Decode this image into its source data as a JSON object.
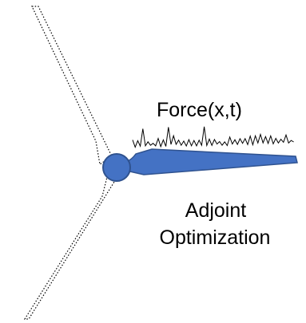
{
  "labels": {
    "force": "Force(x,t)",
    "adjoint_line1": "Adjoint",
    "adjoint_line2": "Optimization"
  },
  "colors": {
    "blade_fill": "#4472C4",
    "blade_stroke": "#2F528F",
    "outline": "#000000",
    "background": "#ffffff"
  }
}
